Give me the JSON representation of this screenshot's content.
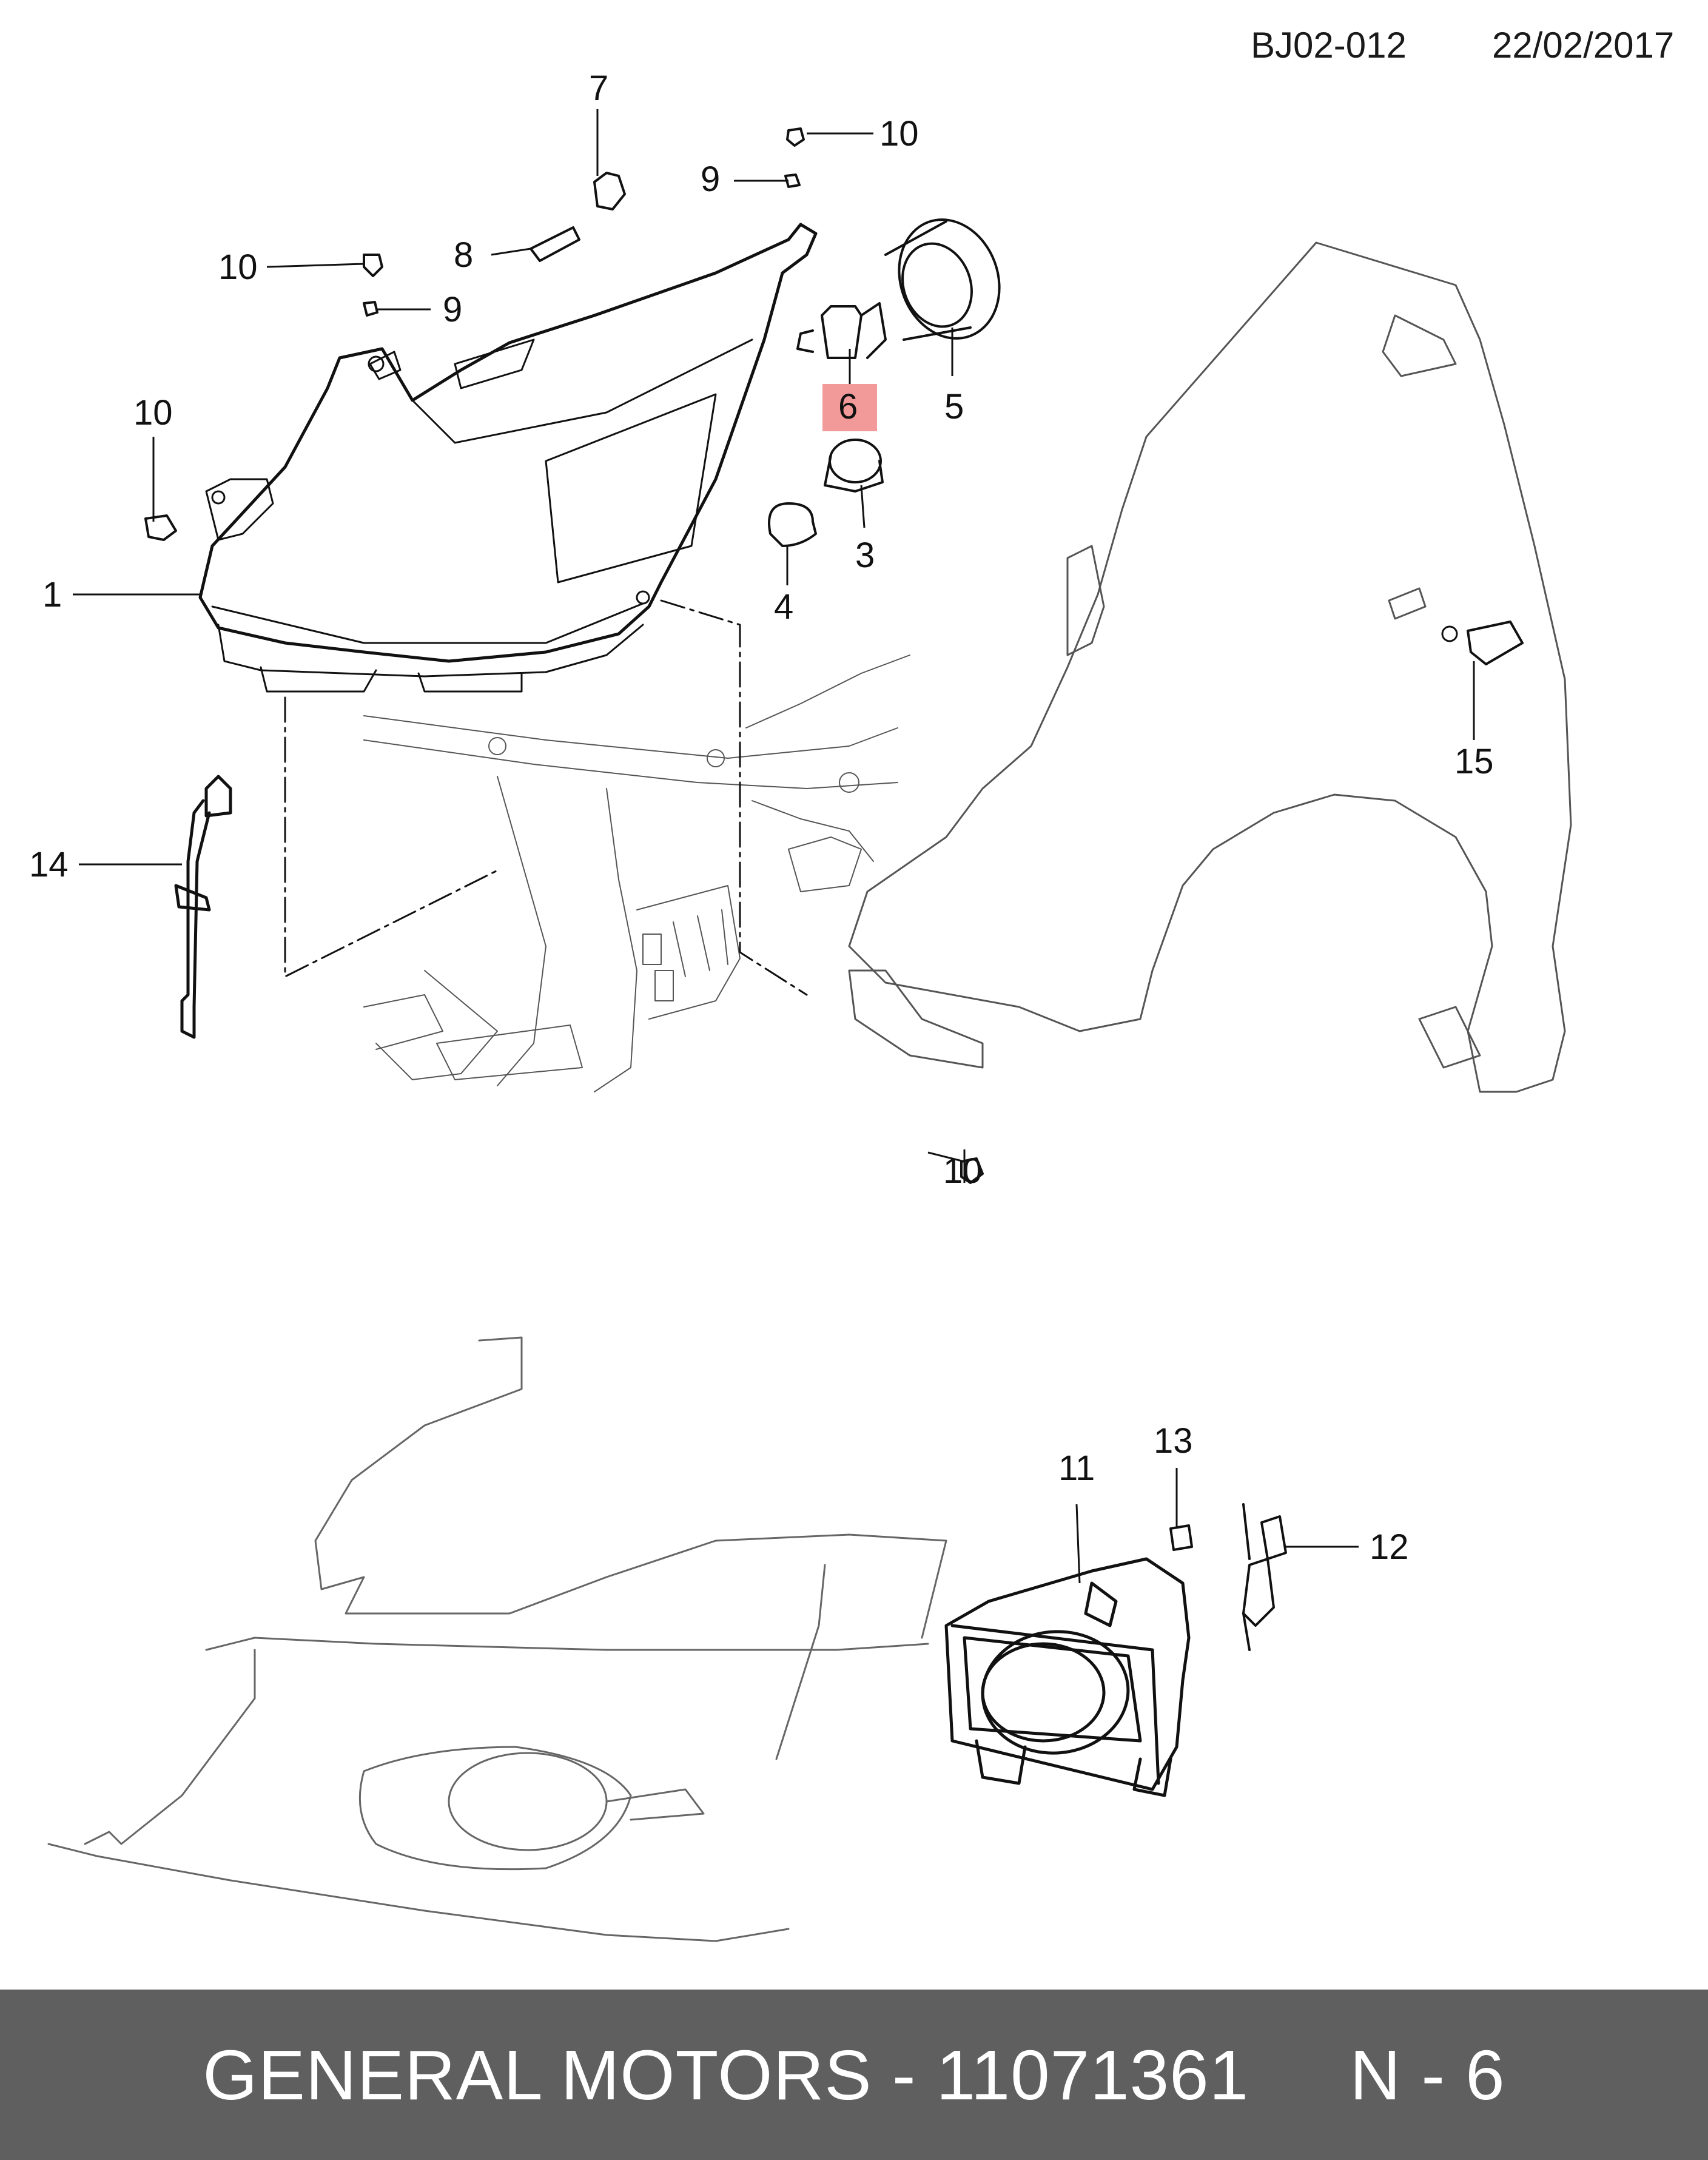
{
  "header": {
    "doc_code": "BJ02-012",
    "date": "22/02/2017"
  },
  "callouts": {
    "c1": "1",
    "c3": "3",
    "c4": "4",
    "c5": "5",
    "c6": "6",
    "c7": "7",
    "c8": "8",
    "c9a": "9",
    "c9b": "9",
    "c10a": "10",
    "c10b": "10",
    "c10c": "10",
    "c10d": "10",
    "c11": "11",
    "c12": "12",
    "c13": "13",
    "c14": "14",
    "c15": "15"
  },
  "highlight_color": "#f29a9a",
  "footer": {
    "text": "GENERAL MOTORS - 11071361     N - 6"
  }
}
